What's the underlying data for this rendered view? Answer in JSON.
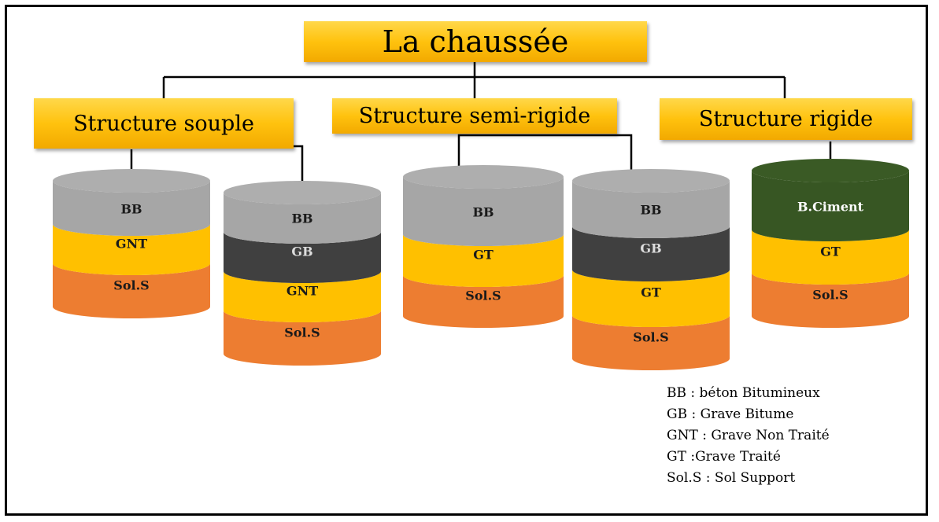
{
  "title": "La chaussée",
  "structures": [
    {
      "label": "Structure souple"
    },
    {
      "label": "Structure semi-rigide"
    },
    {
      "label": "Structure rigide"
    }
  ],
  "columns": [
    {
      "layers": [
        "BB",
        "GNT",
        "Sol.S"
      ]
    },
    {
      "layers": [
        "BB",
        "GB",
        "GNT",
        "Sol.S"
      ]
    },
    {
      "layers": [
        "BB",
        "GT",
        "Sol.S"
      ]
    },
    {
      "layers": [
        "BB",
        "GB",
        "GT",
        "Sol.S"
      ]
    },
    {
      "layers": [
        "B.Ciment",
        "GT",
        "Sol.S"
      ]
    }
  ],
  "legend": [
    {
      "abbr": "BB",
      "sep": " : ",
      "text": "béton Bitumineux"
    },
    {
      "abbr": "GB",
      "sep": " : ",
      "text": "Grave Bitume"
    },
    {
      "abbr": "GNT",
      "sep": " : ",
      "text": "Grave Non Traité"
    },
    {
      "abbr": "GT",
      "sep": " :",
      "text": "Grave Traité"
    },
    {
      "abbr": "Sol.S",
      "sep": " : ",
      "text": "Sol Support"
    }
  ],
  "colors": {
    "BB": "#a6a6a6",
    "GB": "#404040",
    "GNT": "#ffc000",
    "GT": "#ffc000",
    "Sol.S": "#ed7d31",
    "B.Ciment": "#375623",
    "box": "#ffc000"
  }
}
